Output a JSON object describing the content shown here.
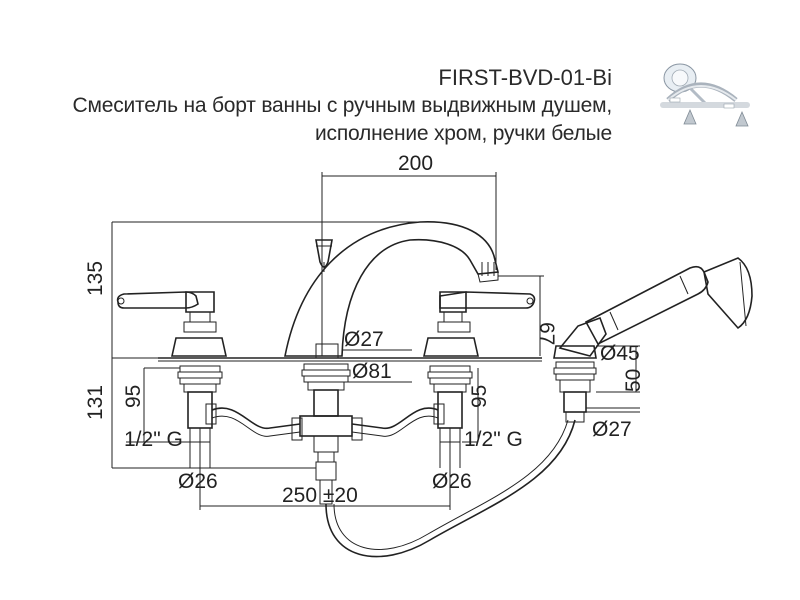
{
  "header": {
    "model": "FIRST-BVD-01-Bi",
    "description_line1": "Смеситель на борт ванны с ручным выдвижным душем,",
    "description_line2": "исполнение хром, ручки белые"
  },
  "thumbnail": {
    "icon": "faucet-product-photo-icon"
  },
  "dimensions": {
    "spout_width": "200",
    "height_above": "135",
    "height_below": "131",
    "depth_inner": "95",
    "depth_inner_right": "95",
    "spout_outlet_height": "67",
    "spout_base_diameter": "Ø27",
    "spout_flange_diameter": "Ø81",
    "shower_flange_diameter": "Ø45",
    "shower_depth": "50",
    "shower_base_diameter": "Ø27",
    "thread_left": "1/2\" G",
    "thread_right": "1/2\" G",
    "valve_diameter_left": "Ø26",
    "valve_diameter_right": "Ø26",
    "centre_distance": "250 ±20"
  },
  "colors": {
    "line": "#222222",
    "background": "#ffffff",
    "chrome": "#c8ccd2"
  }
}
